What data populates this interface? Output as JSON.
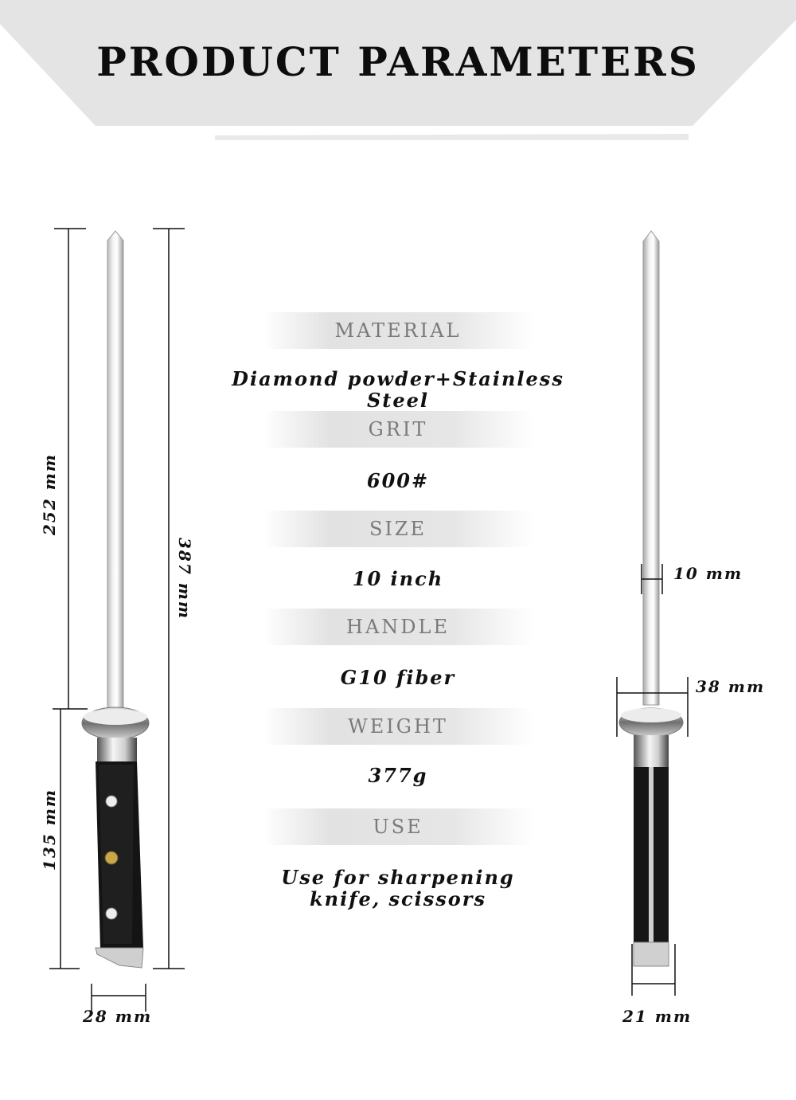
{
  "header": {
    "title": "PRODUCT PARAMETERS"
  },
  "parameters": [
    {
      "label": "MATERIAL",
      "value": "Diamond powder+Stainless Steel"
    },
    {
      "label": "GRIT",
      "value": "600#"
    },
    {
      "label": "SIZE",
      "value": "10 inch"
    },
    {
      "label": "HANDLE",
      "value": "G10 fiber"
    },
    {
      "label": "WEIGHT",
      "value": "377g"
    },
    {
      "label": "USE",
      "value_lines": [
        "Use for  sharpening",
        "knife, scissors"
      ]
    }
  ],
  "dimensions": {
    "rod_length": "252 mm",
    "total_length": "387 mm",
    "handle_length": "135 mm",
    "handle_width": "28 mm",
    "rod_diameter": "10 mm",
    "guard_diameter": "38 mm",
    "handle_end_width": "21 mm"
  }
}
